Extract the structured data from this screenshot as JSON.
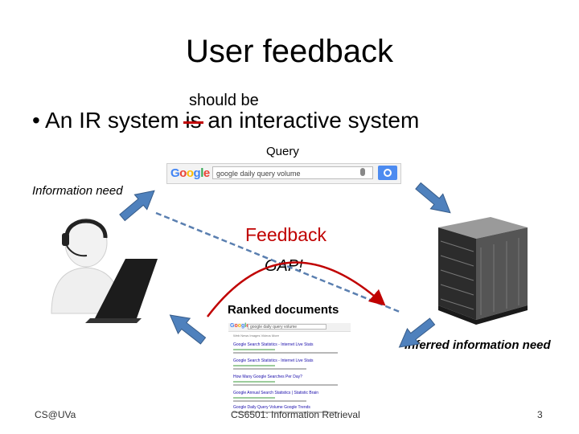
{
  "slide": {
    "title": "User feedback",
    "correction_text": "should be",
    "bullet": {
      "before": "• An IR system ",
      "struck": "is",
      "after": " an interactive system"
    }
  },
  "diagram": {
    "query_label": "Query",
    "info_need_label": "Information need",
    "feedback_label": "Feedback",
    "gap_label": "GAP!",
    "ranked_label": "Ranked documents",
    "inferred_label": "Inferred information need",
    "search_bar": {
      "logo": "Google",
      "query": "google daily query volume"
    },
    "results_page": {
      "logo": "Google",
      "query": "google daily query volume",
      "tabs": "Web   News   Images   Videos   More",
      "results": [
        "Google Search Statistics - Internet Live Stats",
        "Google Search Statistics - Internet Live Stats",
        "How Many Google Searches Per Day?",
        "Google Annual Search Statistics | Statistic Brain",
        "Google Daily Query Volume Google Trends"
      ]
    }
  },
  "footer": {
    "left": "CS@UVa",
    "center": "CS6501: Information Retrieval",
    "page_number": "3"
  },
  "colors": {
    "accent_red": "#c00000",
    "arrow_blue": "#4f81bd",
    "arrow_outline": "#385d8a",
    "dashed_line": "#5a7fb0"
  }
}
